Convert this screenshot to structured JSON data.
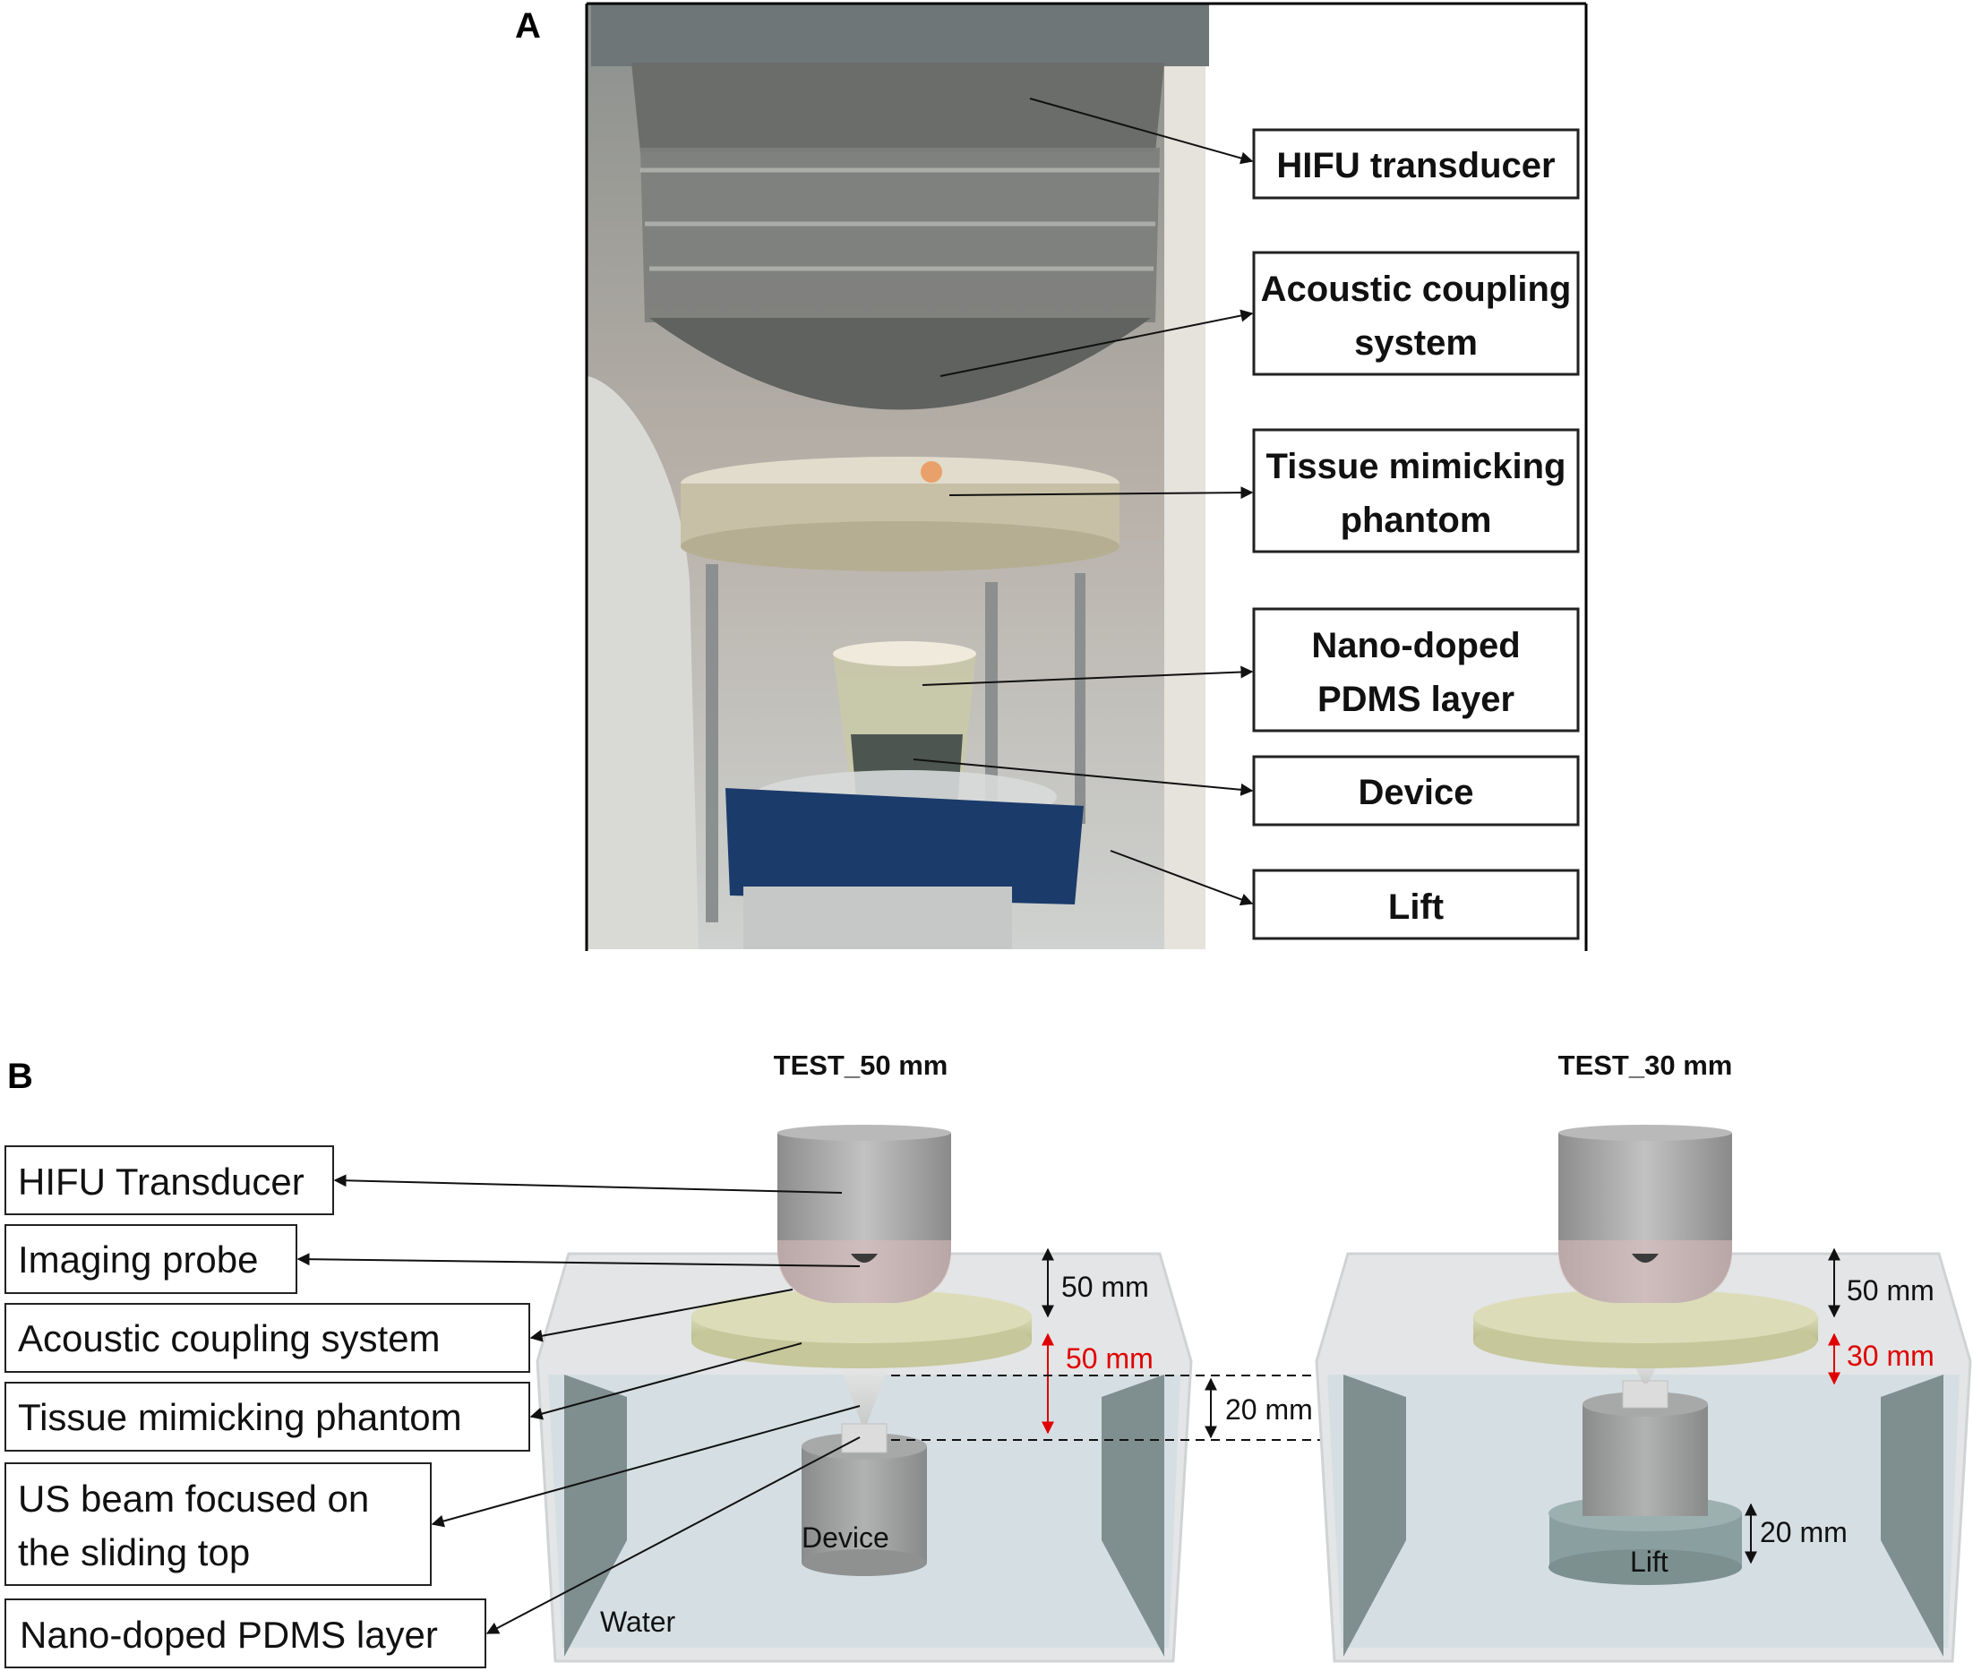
{
  "panel_a": {
    "letter": "A",
    "labels": [
      {
        "lines": [
          "HIFU transducer"
        ]
      },
      {
        "lines": [
          "Acoustic coupling",
          "system"
        ]
      },
      {
        "lines": [
          "Tissue mimicking",
          "phantom"
        ]
      },
      {
        "lines": [
          "Nano-doped",
          "PDMS layer"
        ]
      },
      {
        "lines": [
          "Device"
        ]
      },
      {
        "lines": [
          "Lift"
        ]
      }
    ]
  },
  "panel_b": {
    "letter": "B",
    "labels": [
      {
        "lines": [
          "HIFU Transducer"
        ]
      },
      {
        "lines": [
          "Imaging probe"
        ]
      },
      {
        "lines": [
          "Acoustic coupling system"
        ]
      },
      {
        "lines": [
          "Tissue mimicking phantom"
        ]
      },
      {
        "lines": [
          "US beam focused on",
          "the sliding top"
        ]
      },
      {
        "lines": [
          "Nano-doped PDMS layer"
        ]
      }
    ],
    "test_left": {
      "title": "TEST_50 mm",
      "dim_top": "50 mm",
      "dim_red": "50 mm",
      "dim_gap": "20 mm",
      "device_label": "Device",
      "water_label": "Water"
    },
    "test_right": {
      "title": "TEST_30 mm",
      "dim_top": "50 mm",
      "dim_red": "30 mm",
      "dim_lift": "20 mm",
      "lift_label": "Lift"
    }
  },
  "colors": {
    "accent_red": "#e00000",
    "transducer": "#a9a9a9",
    "phantom": "#cfcfa0",
    "water": "#d7e1e6",
    "device": "#9a9c9c",
    "lift": "#8aa0a0"
  }
}
